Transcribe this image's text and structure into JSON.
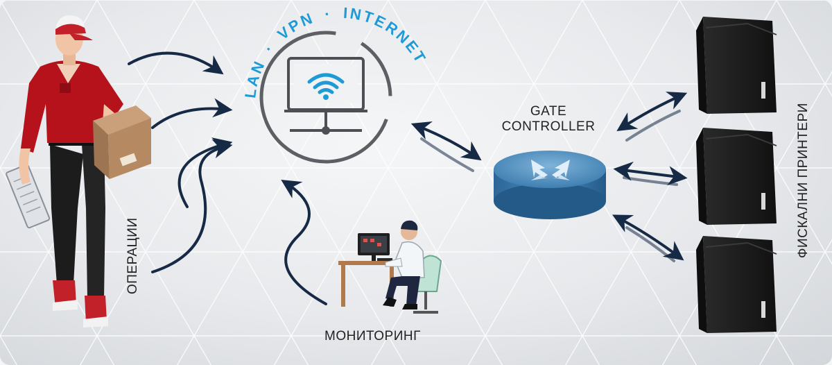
{
  "network_ring_text": {
    "lan": "LAN",
    "vpn": "VPN",
    "internet": "INTERNET",
    "separator": "·"
  },
  "labels": {
    "gate_line1": "GATE",
    "gate_line2": "CONTROLLER",
    "monitoring": "МОНИТОРИНГ",
    "operations": "ОПЕРАЦИИ",
    "fiscal_printers": "ФИСКАЛНИ ПРИНТЕРИ"
  },
  "colors": {
    "accent_blue": "#1e9bd7",
    "arrow_navy": "#172a45",
    "router_blue": "#3f7fb1",
    "printer_black": "#1b1b1b",
    "worker_red": "#b5121b"
  }
}
